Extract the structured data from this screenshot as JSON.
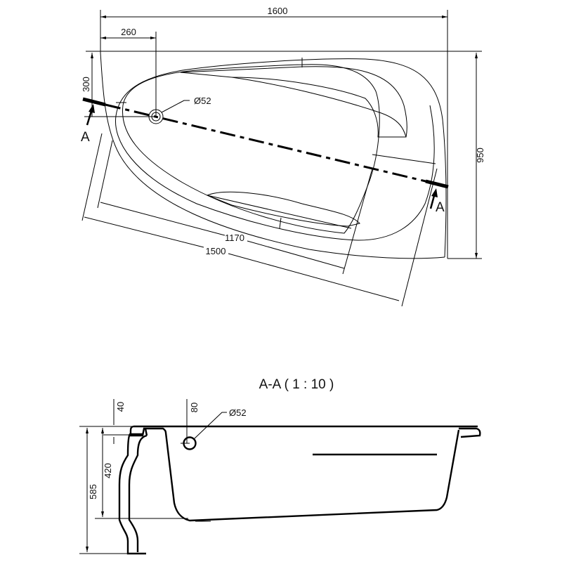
{
  "plan_view": {
    "dim_overall_length": "1600",
    "dim_drain_offset_x": "260",
    "dim_drain_offset_y": "300",
    "dim_overall_width": "950",
    "dim_inner_length": "1170",
    "dim_diagonal_length": "1500",
    "drain_diameter": "Ø52",
    "section_marker_left": "A",
    "section_marker_right": "A"
  },
  "section_view": {
    "title": "A-A  ( 1 : 10 )",
    "dim_rim": "40",
    "dim_overflow": "80",
    "overflow_diameter": "Ø52",
    "dim_depth": "420",
    "dim_total_height": "585"
  },
  "colors": {
    "line": "#000000",
    "background": "#ffffff"
  }
}
